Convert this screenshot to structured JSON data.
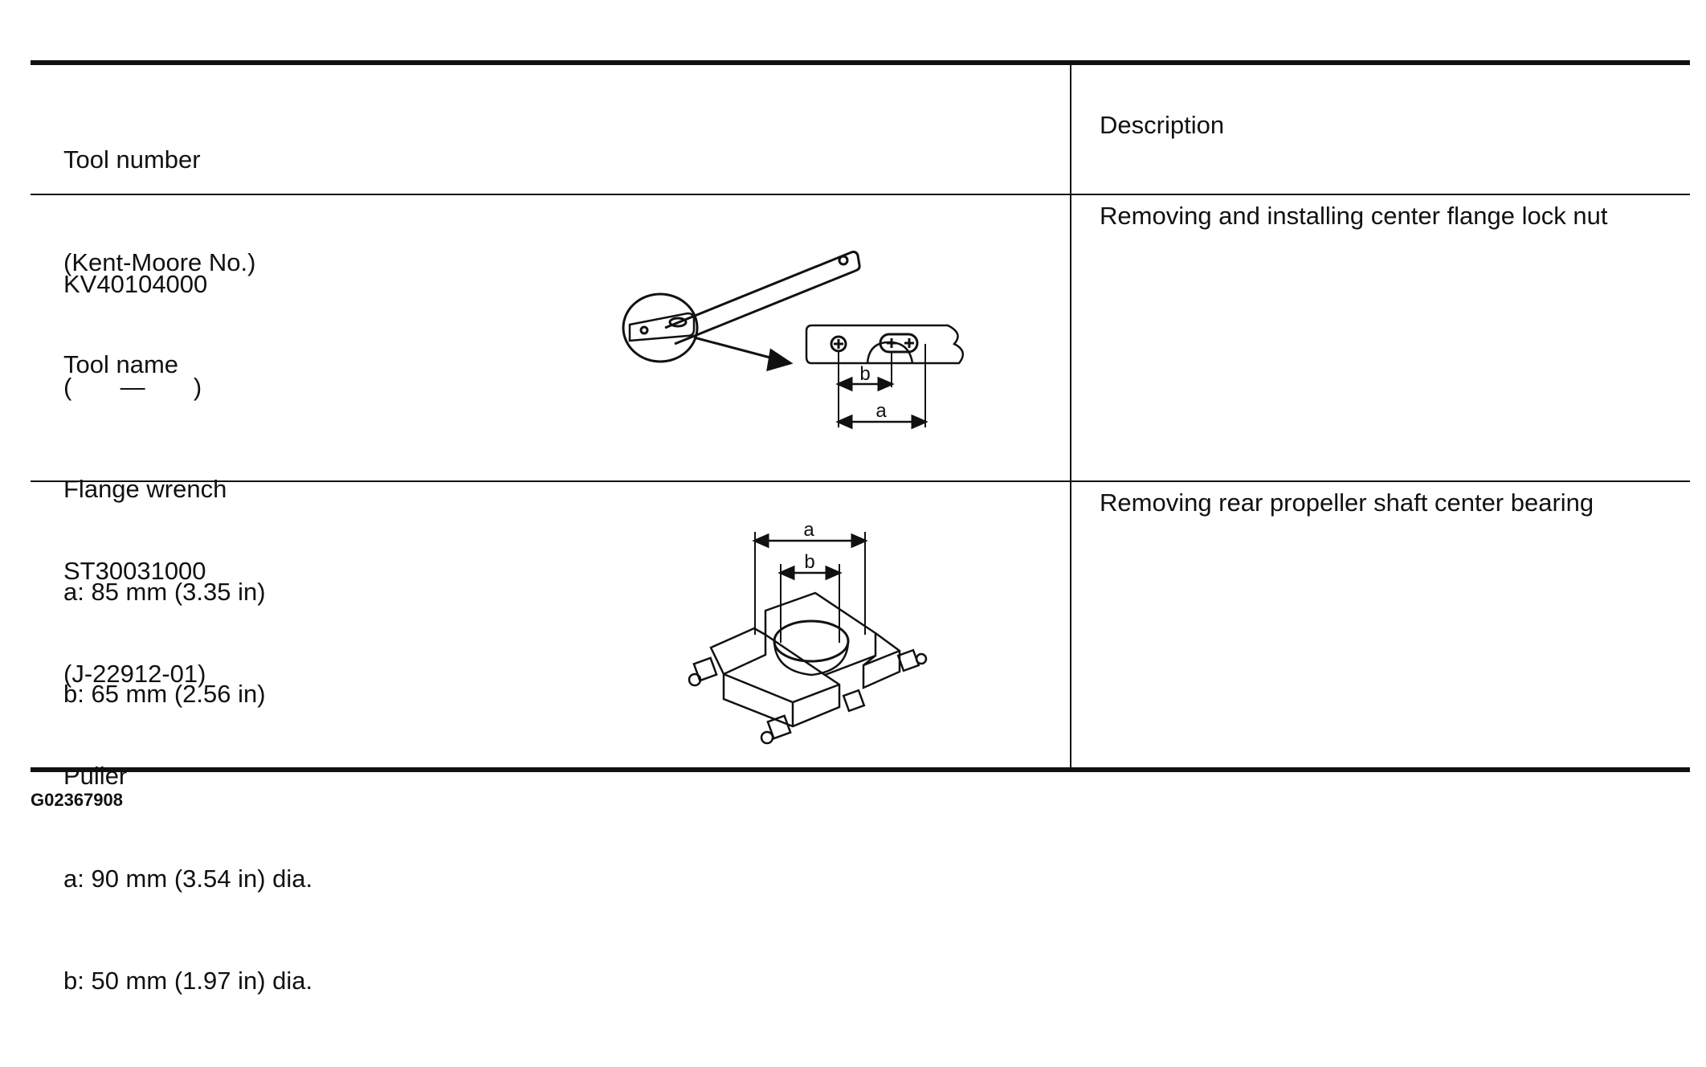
{
  "table": {
    "header": {
      "tool_col": [
        "Tool number",
        "(Kent-Moore No.)",
        "Tool name"
      ],
      "description_col": "Description"
    },
    "rows": [
      {
        "tool_number": "KV40104000",
        "kent_moore": "(       —       )",
        "tool_name": "Flange wrench",
        "dim_a": "a: 85 mm (3.35 in)",
        "dim_b": "b: 65 mm (2.56 in)",
        "description": "Removing and installing center flange lock nut",
        "figure": {
          "icon": "flange-wrench-illustration",
          "label_a": "a",
          "label_b": "b"
        }
      },
      {
        "tool_number": "ST30031000",
        "kent_moore": "(J-22912-01)",
        "tool_name": "Puller",
        "dim_a": "a: 90 mm (3.54 in) dia.",
        "dim_b": "b: 50 mm (1.97 in) dia.",
        "description": "Removing rear propeller shaft center bearing",
        "figure": {
          "icon": "puller-illustration",
          "label_a": "a",
          "label_b": "b"
        }
      }
    ]
  },
  "figure_id": "G02367908"
}
